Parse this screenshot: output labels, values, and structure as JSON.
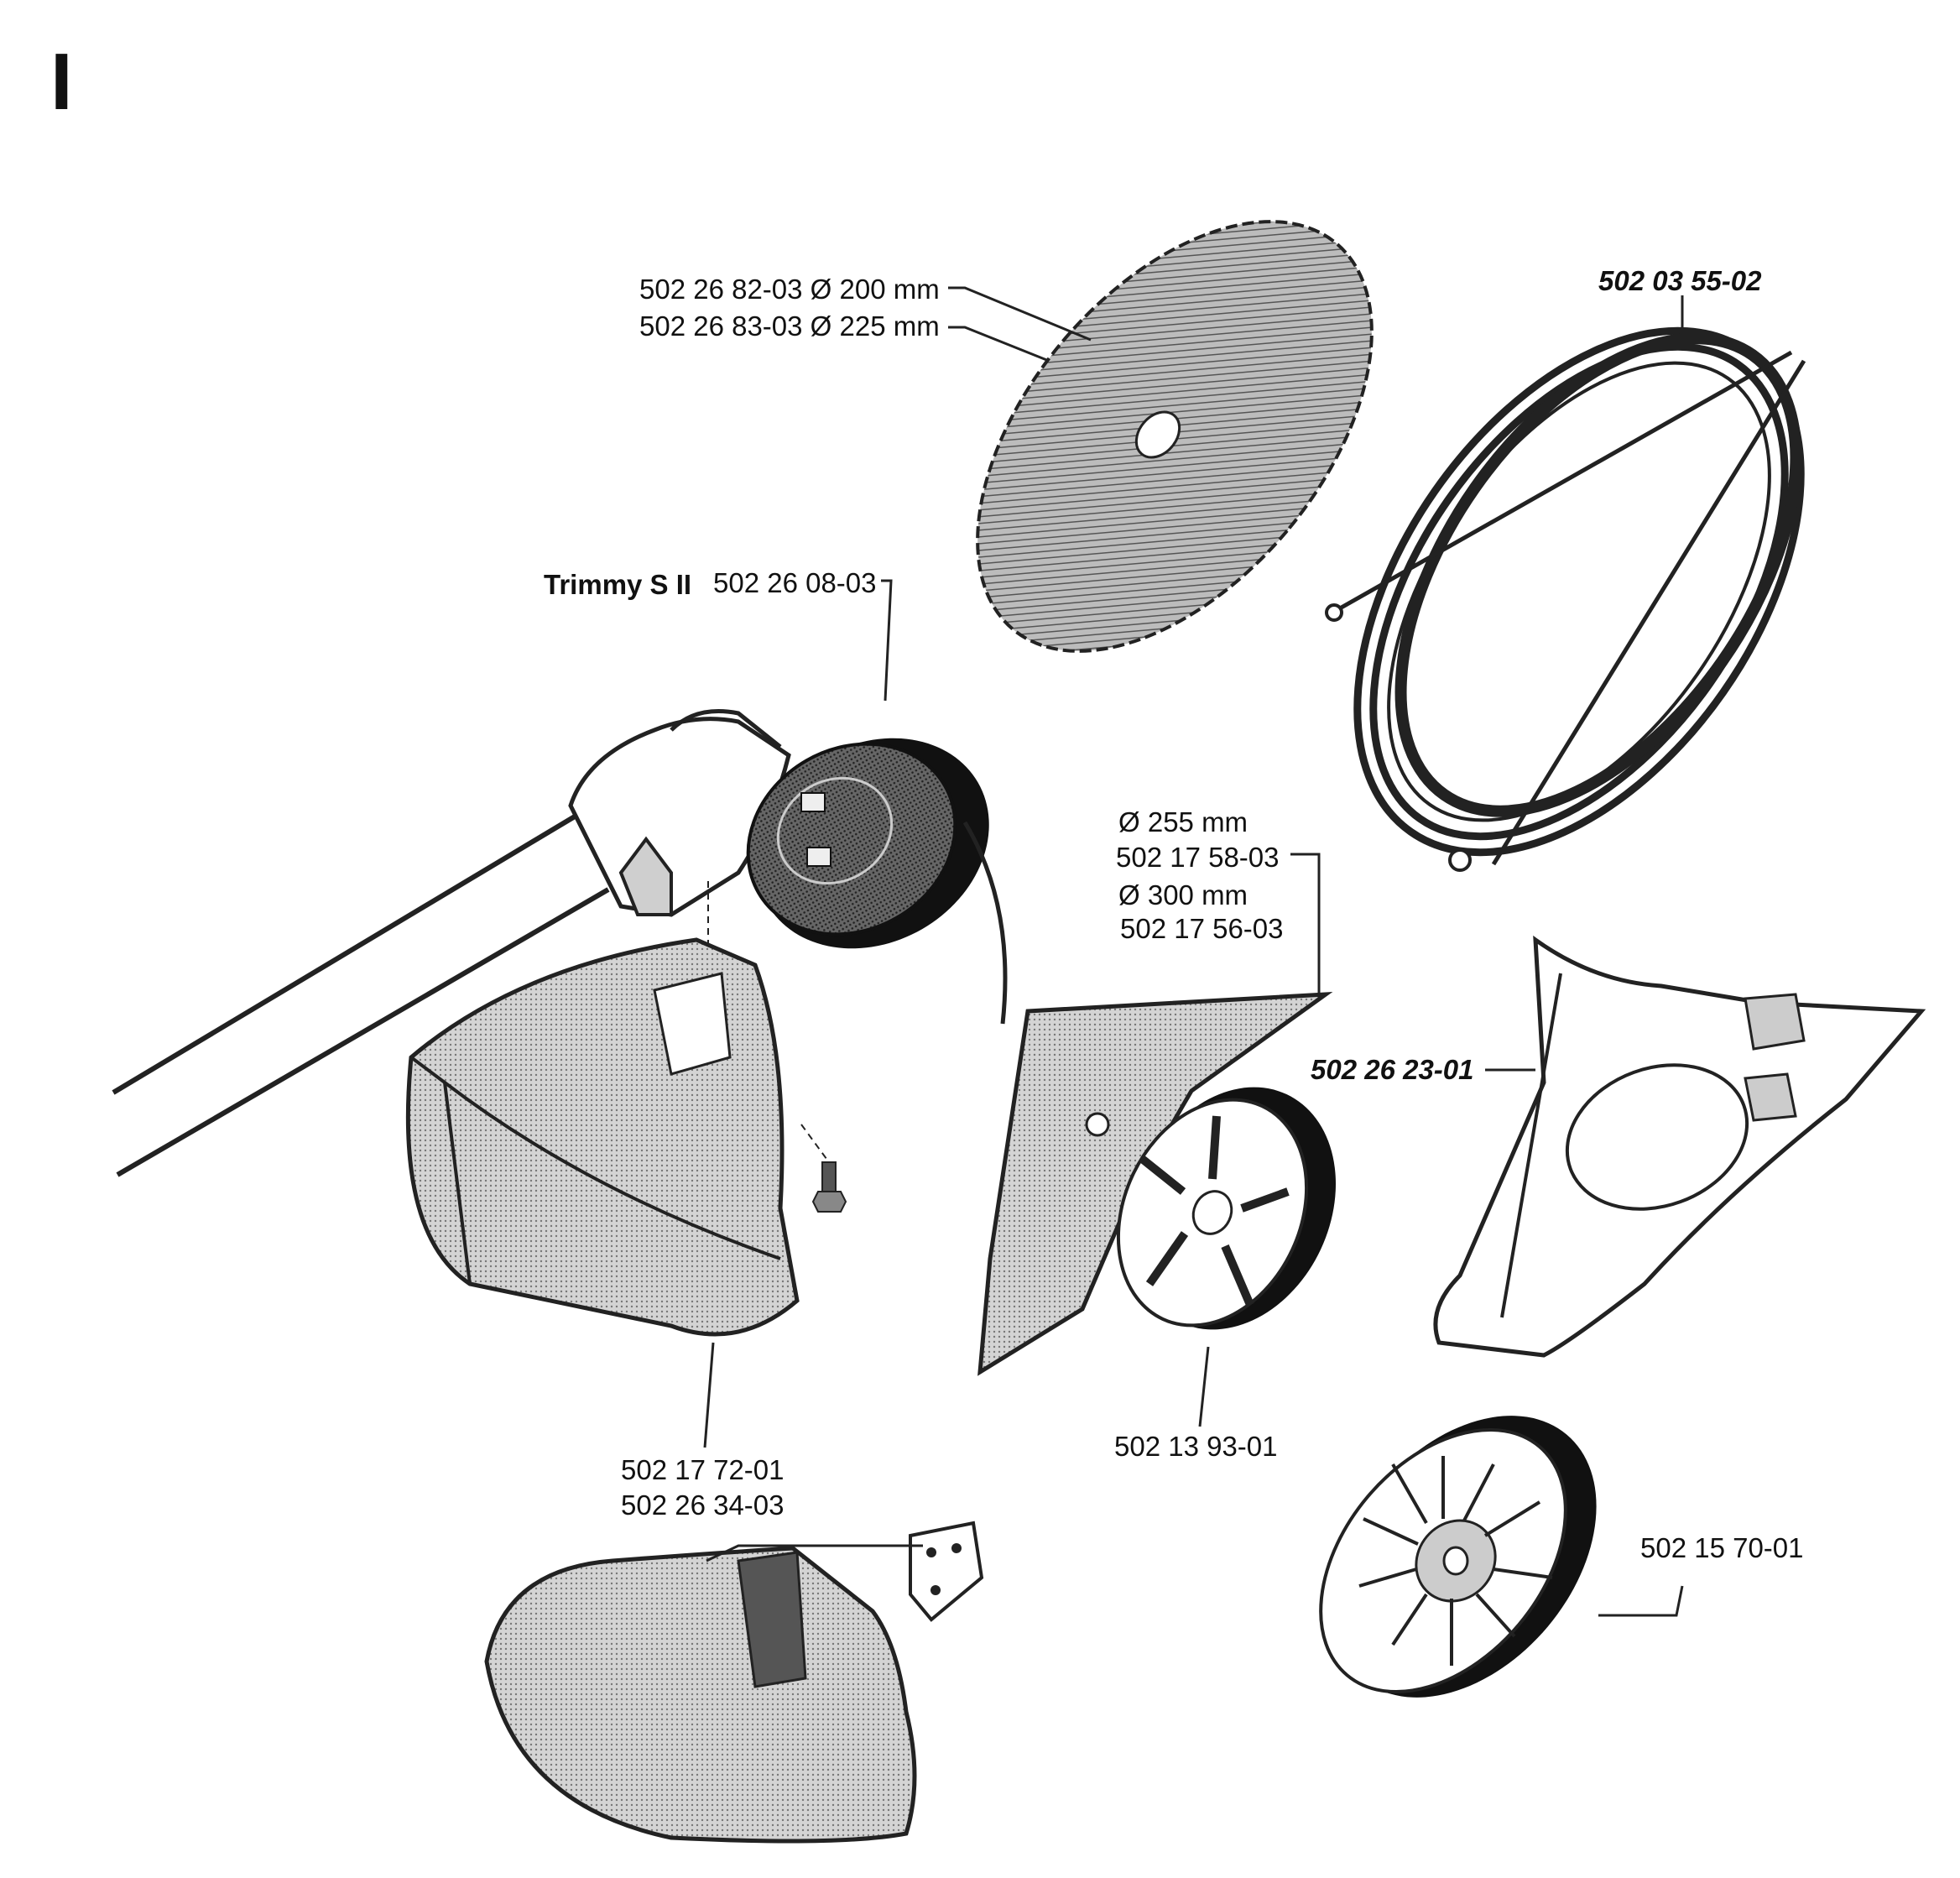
{
  "section_mark": "I",
  "labels": {
    "blade_200": "502 26 82-03 Ø 200 mm",
    "blade_225": "502 26 83-03 Ø 225 mm",
    "guard_ring": "502 03 55-02",
    "trimmy_name": "Trimmy S II",
    "trimmy_part": "502 26 08-03",
    "dia_255": "Ø 255 mm",
    "part_255": "502 17 58-03",
    "dia_300": "Ø 300 mm",
    "part_300": "502 17 56-03",
    "support_cup": "502 26 23-01",
    "drive_disc": "502 13 93-01",
    "shield_1": "502 17 72-01",
    "shield_2": "502 26 34-03",
    "fan_cup": "502 15 70-01"
  },
  "colors": {
    "ink": "#111111",
    "fill": "#9a9a9a",
    "light": "#d8d8d8"
  }
}
